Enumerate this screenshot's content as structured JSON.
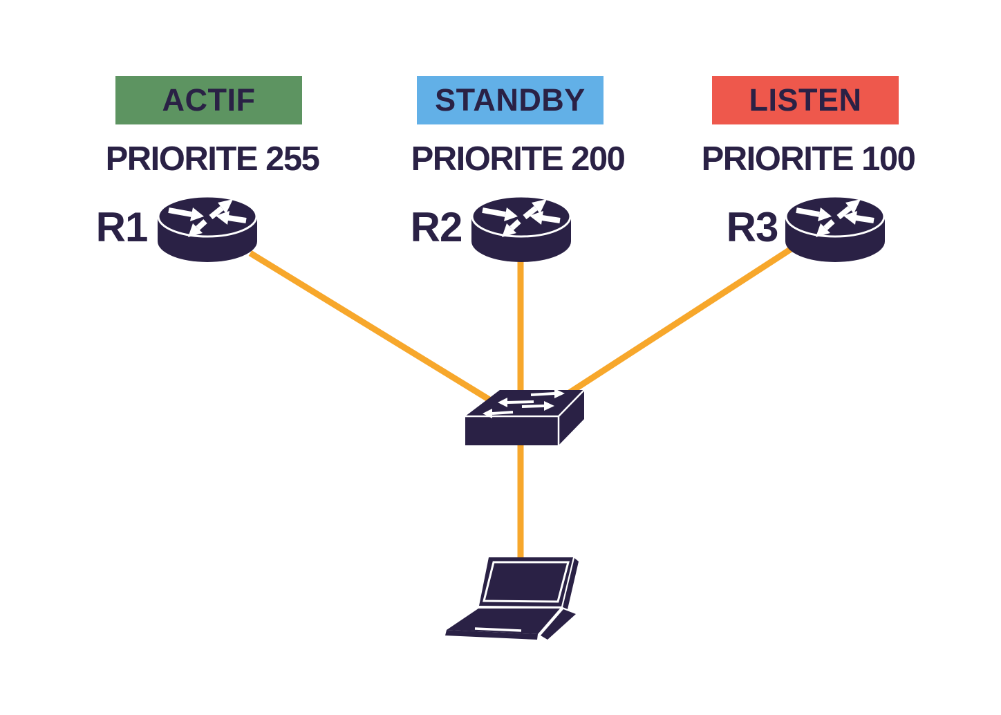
{
  "columns": [
    {
      "state": "ACTIF",
      "priority_label": "PRIORITE 255",
      "router_label": "R1",
      "badge_color": "#5d9461"
    },
    {
      "state": "STANDBY",
      "priority_label": "PRIORITE 200",
      "router_label": "R2",
      "badge_color": "#62b0e7"
    },
    {
      "state": "LISTEN",
      "priority_label": "PRIORITE 100",
      "router_label": "R3",
      "badge_color": "#ee584c"
    }
  ],
  "devices": {
    "routers": [
      "R1",
      "R2",
      "R3"
    ],
    "switch_icon": "switch-icon",
    "laptop_icon": "laptop-icon",
    "router_icon": "router-icon"
  },
  "links": [
    {
      "from": "R1",
      "to": "switch"
    },
    {
      "from": "R2",
      "to": "switch"
    },
    {
      "from": "R3",
      "to": "switch"
    },
    {
      "from": "switch",
      "to": "laptop"
    }
  ],
  "colors": {
    "active_green": "#5d9461",
    "standby_blue": "#62b0e7",
    "listen_red": "#ee584c",
    "link_orange": "#f7a72b",
    "device_navy": "#2a2145",
    "background": "#ffffff"
  }
}
